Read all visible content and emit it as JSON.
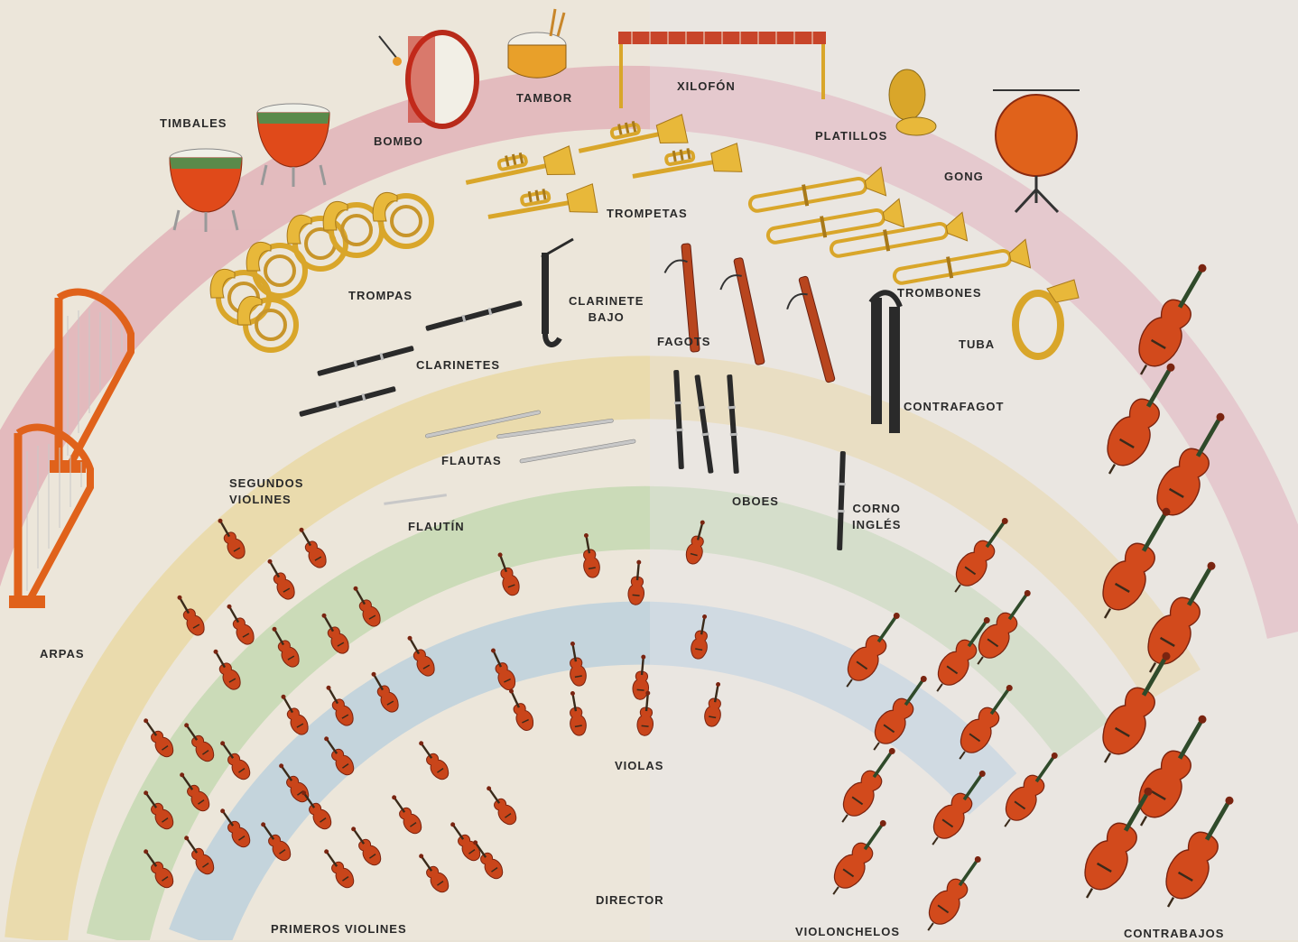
{
  "labels": {
    "timbales": "TIMBALES",
    "bombo": "BOMBO",
    "tambor": "TAMBOR",
    "xilofon": "XILOFÓN",
    "platillos": "PLATILLOS",
    "gong": "GONG",
    "trompetas": "TROMPETAS",
    "trombones": "TROMBONES",
    "tuba": "TUBA",
    "trompas": "TROMPAS",
    "clarinete_bajo_1": "CLARINETE",
    "clarinete_bajo_2": "BAJO",
    "fagots": "FAGOTS",
    "clarinetes": "CLARINETES",
    "contrafagot": "CONTRAFAGOT",
    "flautas": "FLAUTAS",
    "oboes": "OBOES",
    "corno_ingles_1": "CORNO",
    "corno_ingles_2": "INGLÉS",
    "flautin": "FLAUTÍN",
    "segundos_violines_1": "SEGUNDOS",
    "segundos_violines_2": "VIOLINES",
    "arpas": "ARPAS",
    "violas": "VIOLAS",
    "director": "DIRECTOR",
    "primeros_violines": "PRIMEROS VIOLINES",
    "violonchelos": "VIOLONCHELOS",
    "contrabajos": "CONTRABAJOS"
  },
  "colors": {
    "wood": "#c9451a",
    "wood_dark": "#7a2410",
    "brass": "#d9a62a",
    "harp": "#e0621b",
    "drum_red": "#e04a1a",
    "black_wood": "#2a2a2a",
    "silver": "#b8b8b8"
  }
}
